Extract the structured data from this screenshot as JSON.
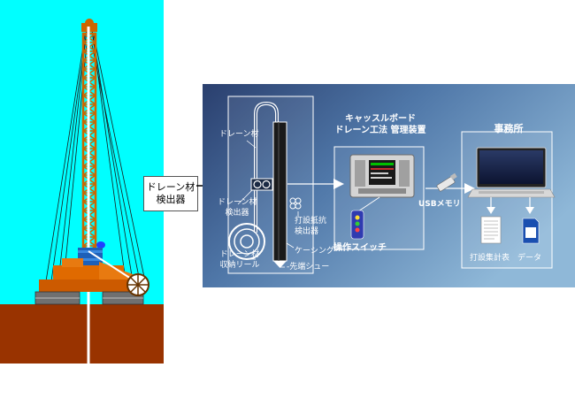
{
  "callout": {
    "line1": "ドレーン材",
    "line2": "検出器"
  },
  "panel": {
    "drain_material": "ドレーン材",
    "drain_detector_line1": "ドレーン材",
    "drain_detector_line2": "検出器",
    "storage_reel_line1": "ドレーン材",
    "storage_reel_line2": "収納リール",
    "resistance_detector_line1": "打設抵抗",
    "resistance_detector_line2": "検出器",
    "casing": "ケーシング",
    "tip_shoe": "先端シュー",
    "device_title_line1": "キャッスルボード",
    "device_title_line2": "ドレーン工法 管理装置",
    "usb": "USBメモリ",
    "operation_switch": "操作スイッチ",
    "office": "事務所",
    "report": "打設集計表",
    "data": "データ"
  },
  "colors": {
    "sky": "#00ffff",
    "ground": "#993300",
    "tower": "#cc6600",
    "panel_dark": "#2a3f6e",
    "panel_mid": "#5a82b0",
    "panel_light": "#8fb8d8"
  }
}
